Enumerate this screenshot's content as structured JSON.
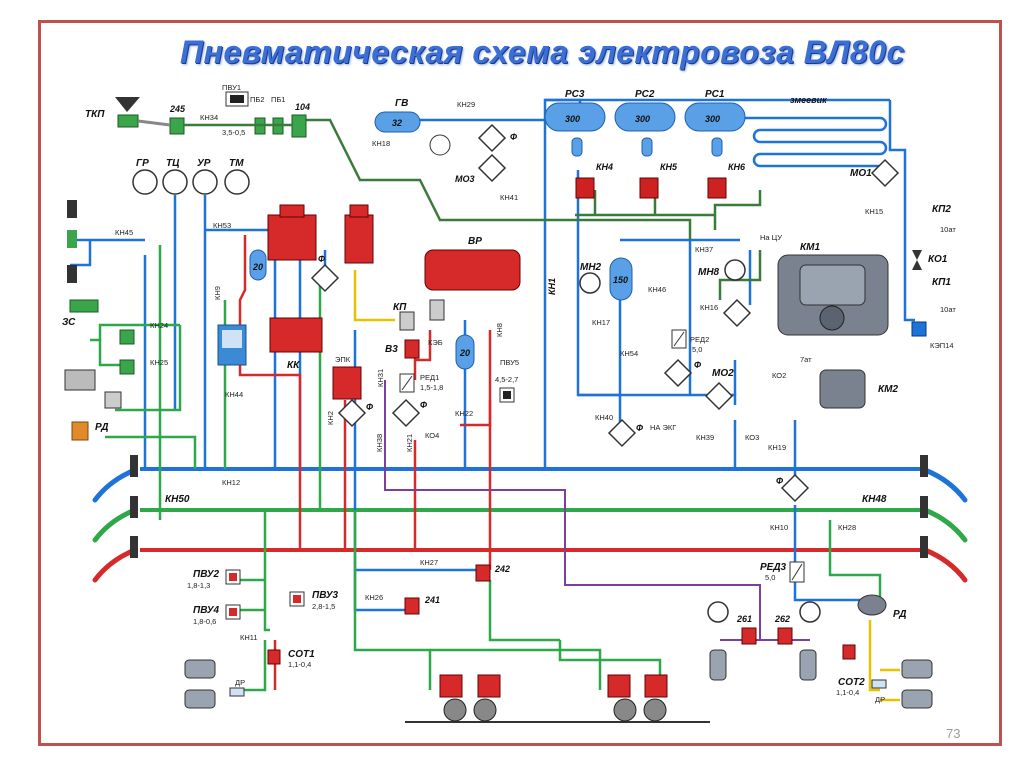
{
  "title": "Пневматическая схема электровоза ВЛ80с",
  "page_number": "73",
  "colors": {
    "blue_line": "#1e73d8",
    "green_line": "#2fa84a",
    "red_line": "#d62a2a",
    "dark_green_line": "#3a7a3a",
    "purple_line": "#7b3fa0",
    "yellow_line": "#e6c200",
    "frame": "#c0504d",
    "title": "#3b6fd6"
  },
  "labels": {
    "tkp": "ТКП",
    "v245": "245",
    "kn34": "КН34",
    "pvu1": "ПВУ1",
    "pvu1_range": "3,5-0,5",
    "pb2": "ПБ2",
    "pb1": "ПБ1",
    "v104": "104",
    "gv": "ГВ",
    "gv_vol": "32",
    "kn18": "КН18",
    "kn29": "КН29",
    "f1": "Ф",
    "mo3": "МО3",
    "kn41": "КН41",
    "rs3": "РС3",
    "rs2": "РС2",
    "rs1": "РС1",
    "rs3_vol": "300",
    "rs2_vol": "300",
    "rs1_vol": "300",
    "zmeevik": "змеевик",
    "kn4": "КН4",
    "kn5": "КН5",
    "kn6": "КН6",
    "mo1": "МО1",
    "kn15": "КН15",
    "kp2": "КП2",
    "kp2_val": "10ат",
    "ko1": "КО1",
    "kp1": "КП1",
    "kp1_val": "10ат",
    "kep14": "КЭП14",
    "gr": "ГР",
    "tc": "ТЦ",
    "ur": "УР",
    "tm": "ТМ",
    "kn45": "КН45",
    "kn53": "КН53",
    "kn9": "КН9",
    "res20a": "20",
    "f2": "Ф",
    "zs": "ЗС",
    "kn24": "КН24",
    "kn25": "КН25",
    "rd_left": "РД",
    "kk": "КК",
    "kn44": "КН44",
    "vr": "ВР",
    "kp": "КП",
    "keb": "КЭБ",
    "v3": "В3",
    "red1": "РЕД1",
    "red1_range": "1,5-1,8",
    "res20b": "20",
    "kn8": "КН8",
    "pvu5": "ПВУ5",
    "pvu5_range": "4,5-2,7",
    "epk": "ЭПК",
    "kn31": "КН31",
    "kn2": "КН2",
    "kn38": "КН38",
    "f3": "Ф",
    "kn21": "КН21",
    "ko4": "КО4",
    "kn22": "КН22",
    "f4": "Ф",
    "kn1": "КН1",
    "mn2": "МН2",
    "res150": "150",
    "kn46": "КН46",
    "kn17": "КН17",
    "kn54": "КН54",
    "kn37": "КН37",
    "na_cu": "На ЦУ",
    "mn8": "МН8",
    "kn16": "КН16",
    "red2": "РЕД2",
    "red2_val": "5,0",
    "f5": "Ф",
    "mo2": "МО2",
    "km1": "КМ1",
    "km2": "КМ2",
    "ko2": "КО2",
    "ko2_val": "7ат",
    "ko3": "КО3",
    "kn40": "КН40",
    "f6": "Ф",
    "na_ekg": "НА ЭКГ",
    "kn39": "КН39",
    "kn19": "КН19",
    "kn12": "КН12",
    "kn50": "КН50",
    "kn48": "КН48",
    "f7": "Ф",
    "kn10": "КН10",
    "kn28": "КН28",
    "pvu2": "ПВУ2",
    "pvu2_range": "1,8-1,3",
    "pvu3": "ПВУ3",
    "pvu3_range": "2,8-1,5",
    "pvu4": "ПВУ4",
    "pvu4_range": "1,8-0,6",
    "kn11": "КН11",
    "sot1": "СОТ1",
    "sot1_range": "1,1-0,4",
    "dr_left": "ДР",
    "kn27": "КН27",
    "v242": "242",
    "kn26": "КН26",
    "v241": "241",
    "red3": "РЕД3",
    "red3_val": "5,0",
    "rd_right": "РД",
    "v261": "261",
    "v262": "262",
    "sot2": "СОТ2",
    "sot2_range": "1,1-0,4",
    "dr_right": "ДР"
  }
}
